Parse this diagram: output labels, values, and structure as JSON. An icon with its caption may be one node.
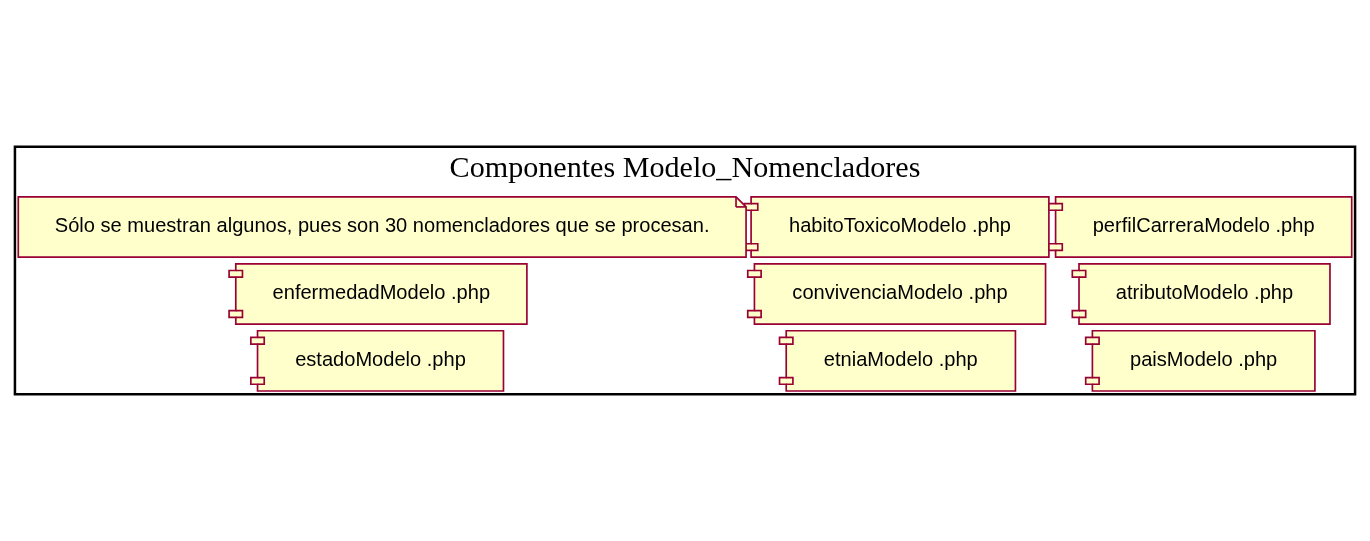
{
  "diagram": {
    "nodes": [
      {
        "text": [
          "Componentes Modelo_Nomencladores"
        ]
      },
      {
        "text": [
          "atributoModelo .php"
        ],
        "in": 0
      },
      {
        "text": [
          "enfermedadModelo .php"
        ],
        "in": 0
      },
      {
        "text": [
          "paisModelo .php"
        ],
        "in": 0
      },
      {
        "text": [
          "estadoModelo .php"
        ],
        "in": 0
      },
      {
        "text": [
          "habitoToxicoModelo .php"
        ],
        "in": 0
      },
      {
        "text": [
          "etniaModelo .php"
        ],
        "in": 0
      },
      {
        "text": [
          "convivenciaModelo .php"
        ],
        "in": 0
      },
      {
        "text": [
          "perfilCarreraModelo .php"
        ],
        "in": 0
      },
      {
        "text": [
          "Sólo se muestran algunos, pues son 30 nomencladores que se procesan."
        ],
        "in": 0
      }
    ],
    "edges": []
  }
}
